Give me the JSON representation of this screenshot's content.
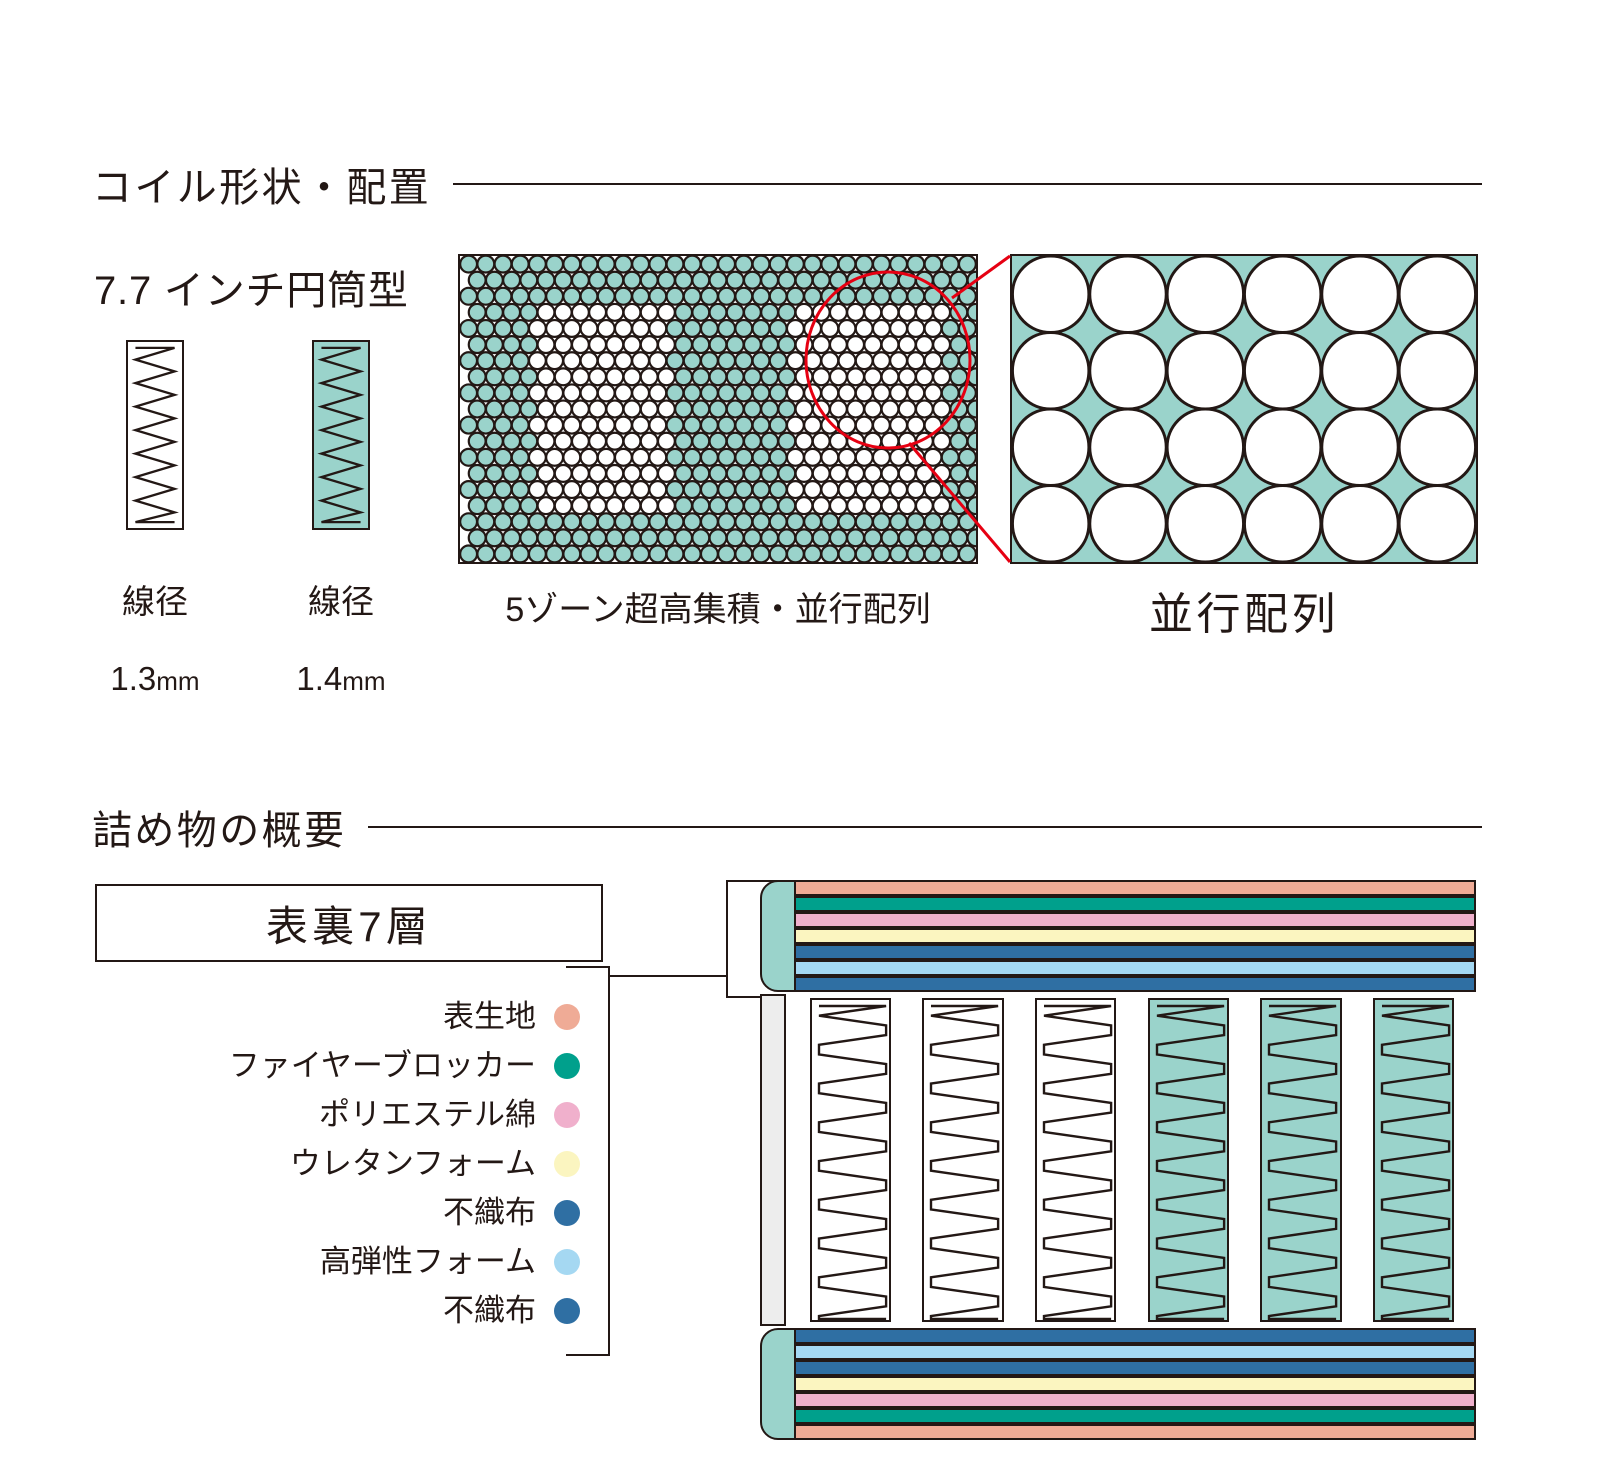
{
  "sections": {
    "coil": {
      "heading": "コイル形状・配置",
      "spec_title": "7.7 インチ円筒型",
      "springs": [
        {
          "label_line1": "線径",
          "label_line2": "1.3",
          "unit": "mm",
          "fill": "#FFFFFF",
          "name": "spring-1-3mm"
        },
        {
          "label_line1": "線径",
          "label_line2": "1.4",
          "unit": "mm",
          "fill": "#9AD3CB",
          "name": "spring-1-4mm"
        }
      ],
      "arrays": [
        {
          "caption": "5ゾーン超高集積・並行配列",
          "name": "array-dense-5zone"
        },
        {
          "caption": "並行配列",
          "name": "array-parallel-zoom"
        }
      ],
      "callout_color": "#E60012"
    },
    "filling": {
      "heading": "詰め物の概要",
      "layer_box_label": "表裏7層",
      "legend": [
        {
          "label": "表生地",
          "color": "#EFAB96"
        },
        {
          "label": "ファイヤーブロッカー",
          "color": "#00A08C"
        },
        {
          "label": "ポリエステル綿",
          "color": "#F0B0CC"
        },
        {
          "label": "ウレタンフォーム",
          "color": "#FBF5C0"
        },
        {
          "label": "不織布",
          "color": "#2F6FA3"
        },
        {
          "label": "高弾性フォーム",
          "color": "#A5D8F2"
        },
        {
          "label": "不織布",
          "color": "#2F6FA3"
        }
      ],
      "cross_section": {
        "top_layers": [
          "#EFAB96",
          "#00A08C",
          "#F0B0CC",
          "#FBF5C0",
          "#2F6FA3",
          "#A5D8F2",
          "#2F6FA3"
        ],
        "bottom_layers": [
          "#2F6FA3",
          "#A5D8F2",
          "#2F6FA3",
          "#FBF5C0",
          "#F0B0CC",
          "#00A08C",
          "#EFAB96"
        ],
        "coil_fills": [
          "#FFFFFF",
          "#FFFFFF",
          "#FFFFFF",
          "#9AD3CB",
          "#9AD3CB",
          "#9AD3CB"
        ],
        "edge_color": "#9AD3CB",
        "side_strip_color": "#EDEDED"
      }
    }
  },
  "colors": {
    "ink": "#231815",
    "teal": "#9AD3CB",
    "red": "#E60012"
  }
}
